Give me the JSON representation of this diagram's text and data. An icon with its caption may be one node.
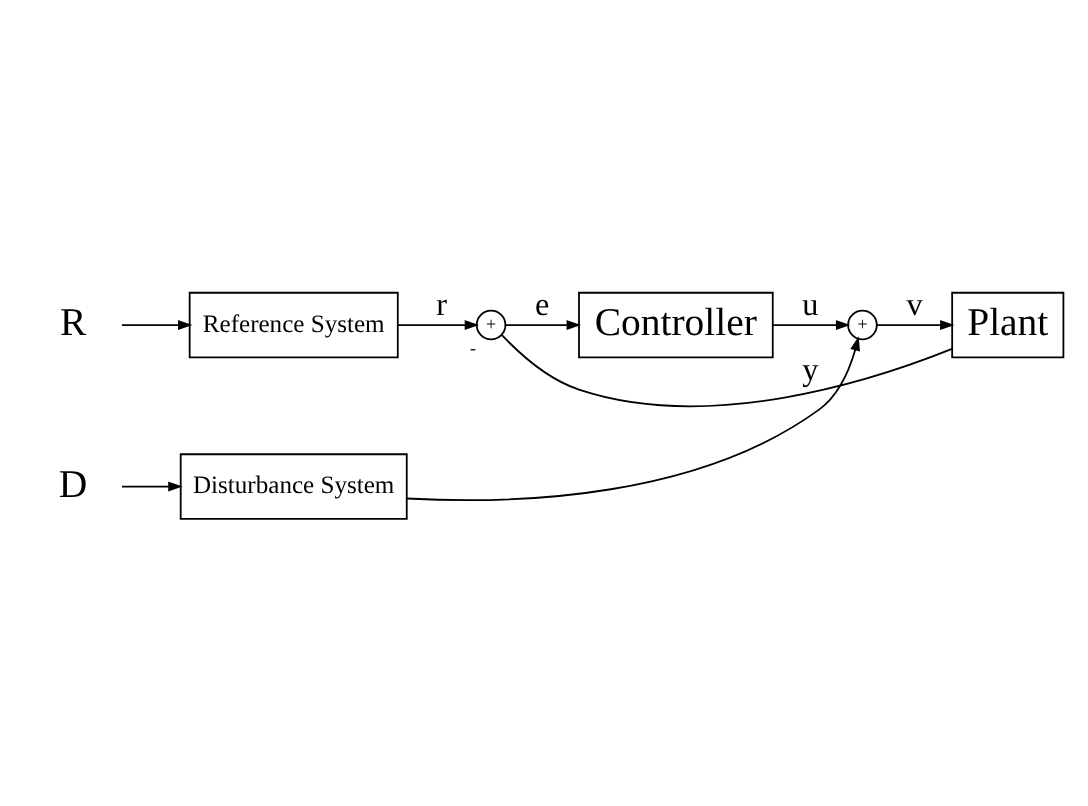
{
  "diagram": {
    "nodes": [
      {
        "text": [
          "R"
        ]
      },
      {
        "text": [
          "Reference System"
        ]
      },
      {
        "text": [
          "+"
        ],
        "beside": [
          "-"
        ]
      },
      {
        "text": [
          "Controller"
        ]
      },
      {
        "text": [
          "+"
        ]
      },
      {
        "text": [
          "Plant"
        ]
      },
      {
        "text": [
          "D"
        ]
      },
      {
        "text": [
          "Disturbance System"
        ]
      }
    ],
    "edges": [
      {
        "from": 0,
        "to": 1,
        "arrow": "to"
      },
      {
        "from": 1,
        "to": 2,
        "arrow": "to",
        "label": "r"
      },
      {
        "from": 2,
        "to": 3,
        "arrow": "to",
        "label": "e"
      },
      {
        "from": 3,
        "to": 4,
        "arrow": "to",
        "label": "u"
      },
      {
        "from": 6,
        "to": 7,
        "arrow": "to"
      },
      {
        "from": 7,
        "to": 4,
        "arrow": "to"
      },
      {
        "from": 4,
        "to": 5,
        "arrow": "to",
        "label": "v"
      },
      {
        "from": 5,
        "to": 2,
        "arrow": "none",
        "label": "y"
      }
    ]
  }
}
